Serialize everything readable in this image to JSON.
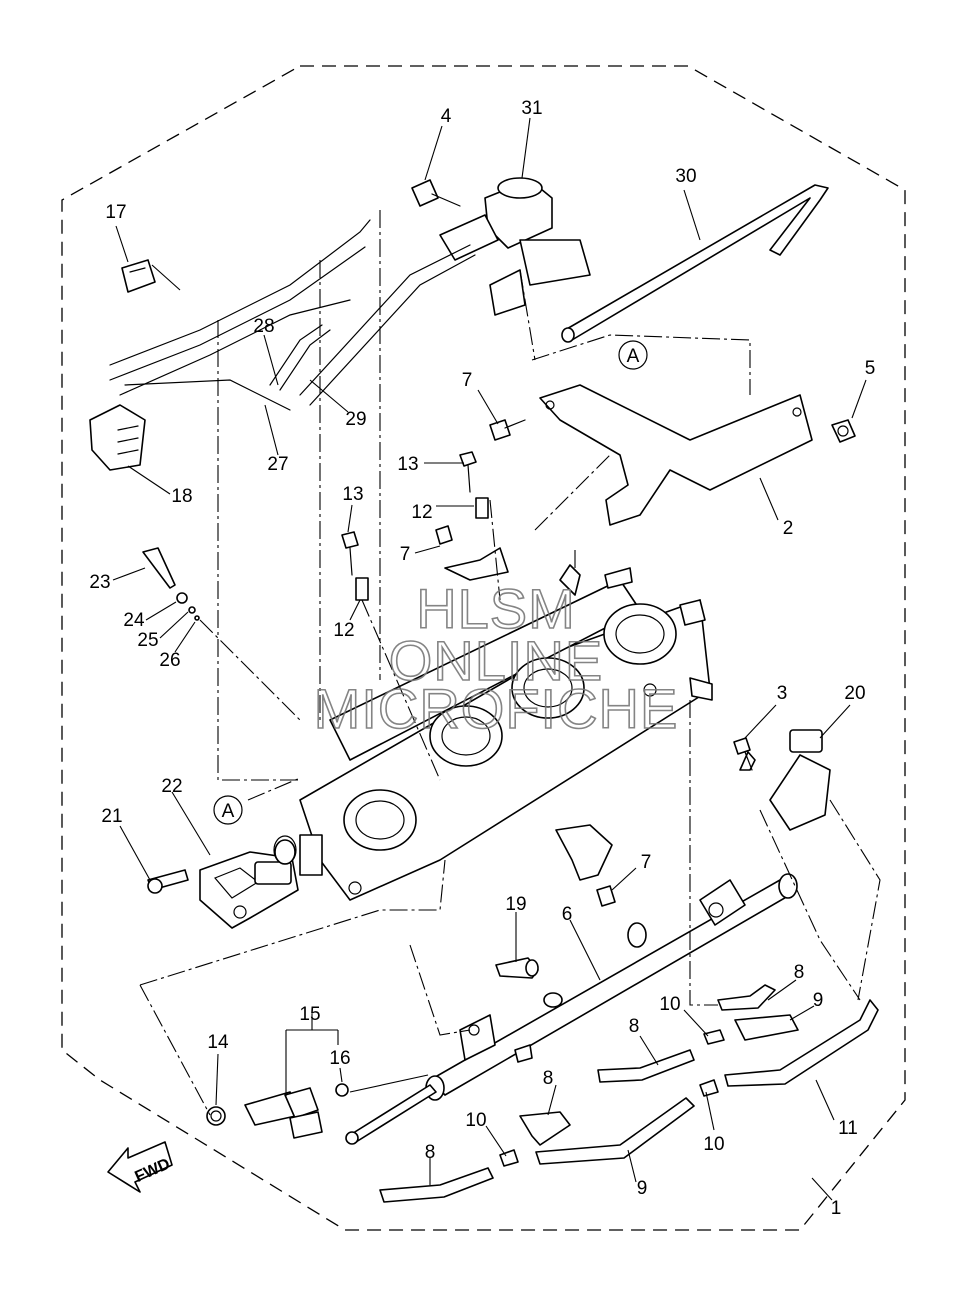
{
  "watermark": {
    "line1": "HLSM",
    "line2": "ONLINE",
    "line3": "MICROFICHE"
  },
  "direction_label": "FWD",
  "reference_mark": "A",
  "callouts": [
    {
      "id": "c1",
      "label": "1"
    },
    {
      "id": "c2",
      "label": "2"
    },
    {
      "id": "c3",
      "label": "3"
    },
    {
      "id": "c4",
      "label": "4"
    },
    {
      "id": "c5",
      "label": "5"
    },
    {
      "id": "c6",
      "label": "6"
    },
    {
      "id": "c7a",
      "label": "7"
    },
    {
      "id": "c7b",
      "label": "7"
    },
    {
      "id": "c7c",
      "label": "7"
    },
    {
      "id": "c8a",
      "label": "8"
    },
    {
      "id": "c8b",
      "label": "8"
    },
    {
      "id": "c8c",
      "label": "8"
    },
    {
      "id": "c8d",
      "label": "8"
    },
    {
      "id": "c9a",
      "label": "9"
    },
    {
      "id": "c9b",
      "label": "9"
    },
    {
      "id": "c10a",
      "label": "10"
    },
    {
      "id": "c10b",
      "label": "10"
    },
    {
      "id": "c10c",
      "label": "10"
    },
    {
      "id": "c11",
      "label": "11"
    },
    {
      "id": "c12a",
      "label": "12"
    },
    {
      "id": "c12b",
      "label": "12"
    },
    {
      "id": "c13a",
      "label": "13"
    },
    {
      "id": "c13b",
      "label": "13"
    },
    {
      "id": "c14",
      "label": "14"
    },
    {
      "id": "c15",
      "label": "15"
    },
    {
      "id": "c16",
      "label": "16"
    },
    {
      "id": "c17",
      "label": "17"
    },
    {
      "id": "c18",
      "label": "18"
    },
    {
      "id": "c19",
      "label": "19"
    },
    {
      "id": "c20",
      "label": "20"
    },
    {
      "id": "c21",
      "label": "21"
    },
    {
      "id": "c22",
      "label": "22"
    },
    {
      "id": "c23",
      "label": "23"
    },
    {
      "id": "c24",
      "label": "24"
    },
    {
      "id": "c25",
      "label": "25"
    },
    {
      "id": "c26",
      "label": "26"
    },
    {
      "id": "c27",
      "label": "27"
    },
    {
      "id": "c28",
      "label": "28"
    },
    {
      "id": "c29",
      "label": "29"
    },
    {
      "id": "c30",
      "label": "30"
    },
    {
      "id": "c31",
      "label": "31"
    }
  ]
}
